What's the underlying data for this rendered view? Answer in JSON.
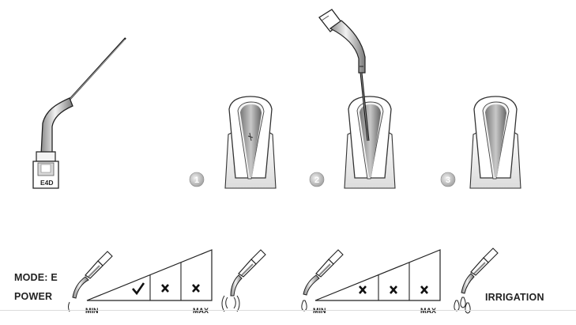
{
  "tip": {
    "model_label": "E4D"
  },
  "steps": [
    {
      "number": "1"
    },
    {
      "number": "2"
    },
    {
      "number": "3"
    }
  ],
  "settings": {
    "mode_label": "MODE: E",
    "power_label": "POWER",
    "irrigation_label": "IRRIGATION",
    "power_scale": {
      "min_label": "MIN",
      "max_label": "MAX",
      "marks": [
        "check",
        "cross",
        "cross"
      ]
    },
    "irrigation_scale": {
      "min_label": "MIN",
      "max_label": "MAX",
      "marks": [
        "cross",
        "cross",
        "cross"
      ]
    }
  }
}
